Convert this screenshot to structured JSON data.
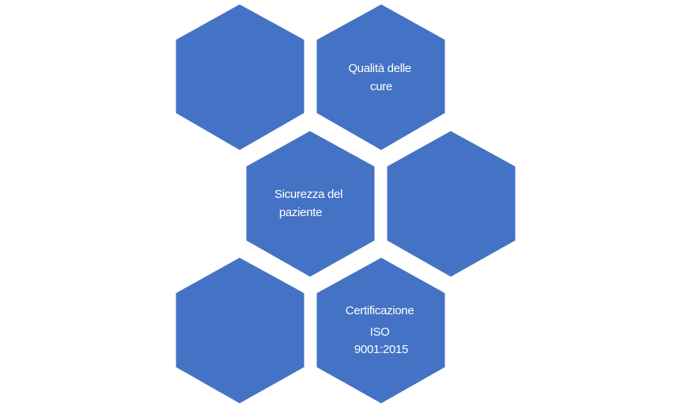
{
  "colors": {
    "hex_fill": "#4472c4",
    "text": "#ffffff",
    "background": "#ffffff"
  },
  "hexagons": [
    {
      "id": "top-left",
      "lines": []
    },
    {
      "id": "top-right",
      "lines": [
        "Qualità delle",
        "cure"
      ]
    },
    {
      "id": "middle-left",
      "lines": [
        "Sicurezza del",
        "paziente"
      ]
    },
    {
      "id": "middle-right",
      "lines": []
    },
    {
      "id": "bottom-left",
      "lines": []
    },
    {
      "id": "bottom-right",
      "lines": [
        "Certificazione",
        "ISO",
        "9001:2015"
      ]
    }
  ]
}
